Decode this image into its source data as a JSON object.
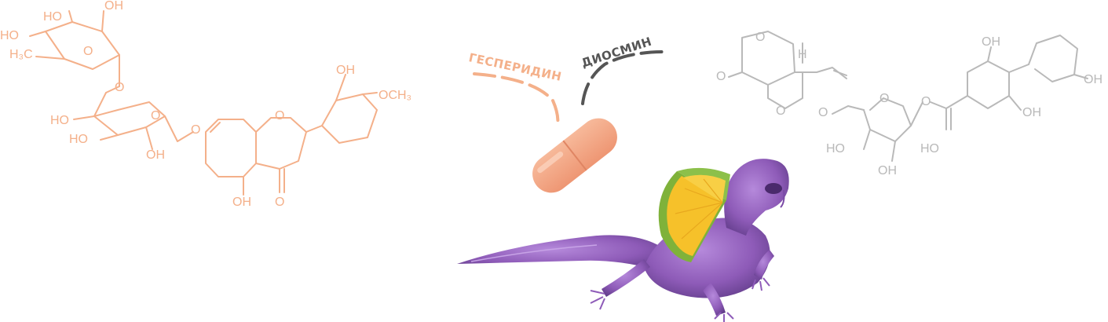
{
  "colors": {
    "hesperidin": "#f4b08a",
    "diosmin": "#555555",
    "structure_grey": "#b9b9b9",
    "capsule": "#f2a27f",
    "lizard": "#8e5bb8",
    "lime": "#7fb23a",
    "orange_flesh": "#f6c12a"
  },
  "labels": {
    "hesperidin": "ГЕСПЕРИДИН",
    "diosmin": "ДИОСМИН"
  },
  "hesperidin_atoms": {
    "oh1": "OH",
    "ho1": "HO",
    "ho2": "HO",
    "h3c": "H₃C",
    "o_ring1": "O",
    "o_link": "O",
    "ho3": "HO",
    "ho4": "HO",
    "oh2": "OH",
    "o_ring2": "O",
    "o_ether": "O",
    "oh3": "OH",
    "och3": "OCH₃",
    "o_ring3": "O",
    "oh4": "OH",
    "o_keto": "O"
  },
  "grey_atoms": {
    "o1": "O",
    "h1": "H",
    "o2": "O",
    "oh1": "OH",
    "oh2": "OH",
    "o3": "O",
    "o4": "O",
    "o5": "O",
    "oh3": "OH",
    "o6": "O",
    "ho1": "HO",
    "ho2": "HO",
    "oh4": "OH"
  }
}
